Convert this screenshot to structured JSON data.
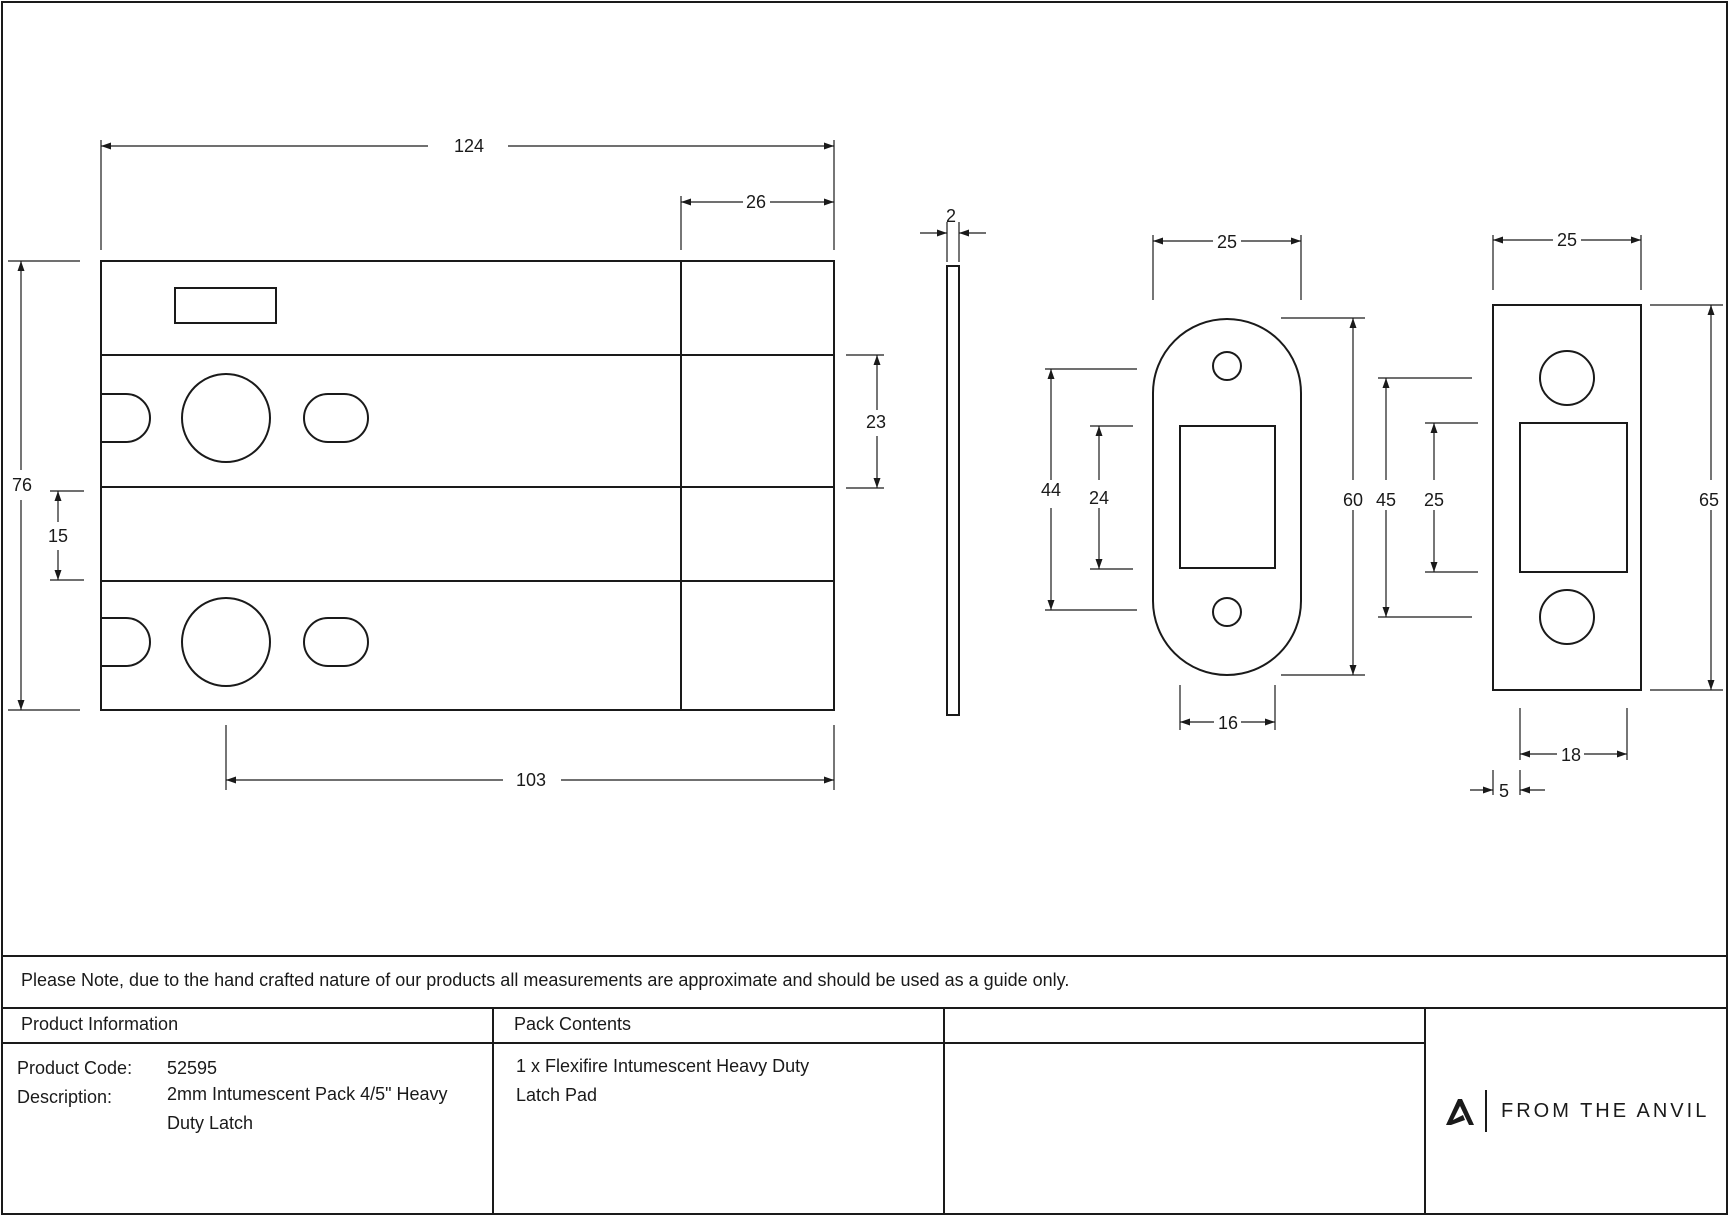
{
  "dimensions": {
    "d124": "124",
    "d26": "26",
    "d2": "2",
    "d76": "76",
    "d15": "15",
    "d23": "23",
    "d103": "103",
    "d25a": "25",
    "d44": "44",
    "d24": "24",
    "d60": "60",
    "d16": "16",
    "d25b": "25",
    "d45": "45",
    "d25c": "25",
    "d65": "65",
    "d18": "18",
    "d5": "5"
  },
  "note": "Please Note, due to the hand crafted nature of our products all measurements are approximate and should be used as a guide only.",
  "product_info": {
    "header": "Product Information",
    "code_label": "Product Code:",
    "code_value": "52595",
    "desc_label": "Description:",
    "desc_value": "2mm Intumescent Pack 4/5\" Heavy Duty Latch"
  },
  "pack_contents": {
    "header": "Pack Contents",
    "text": "1 x Flexifire Intumescent Heavy Duty Latch Pad"
  },
  "brand": {
    "name": "FROM THE ANVIL",
    "icon": "anvil-logo-icon"
  }
}
